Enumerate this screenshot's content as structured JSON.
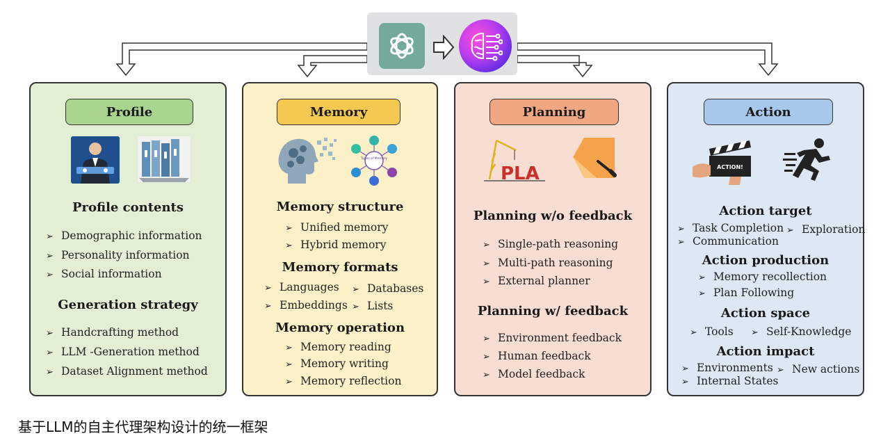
{
  "colors": {
    "profile_bg": "#e3efd5",
    "profile_pill": "#a9d48f",
    "memory_bg": "#fbf0c8",
    "memory_pill": "#f5c94f",
    "planning_bg": "#f8ddd2",
    "planning_pill": "#f1a882",
    "action_bg": "#dde8f4",
    "action_pill": "#a7c8ea",
    "chatgpt": "#74aa9c"
  },
  "icons": {
    "chatgpt": "chatgpt-logo-icon",
    "brain": "ai-brain-icon",
    "profile": [
      "businessman-icon",
      "binders-icon"
    ],
    "memory": [
      "head-gears-icon",
      "memory-types-icon"
    ],
    "planning": [
      "crane-plan-icon",
      "paper-pen-icon"
    ],
    "action": [
      "clapperboard-icon",
      "running-man-icon"
    ]
  },
  "profile": {
    "title": "Profile",
    "section1": "Profile contents",
    "items1": [
      "Demographic information",
      "Personality information",
      "Social information"
    ],
    "section2": "Generation strategy",
    "items2": [
      "Handcrafting method",
      "LLM -Generation method",
      "Dataset Alignment method"
    ]
  },
  "memory": {
    "title": "Memory",
    "icon_text": "Types of Memory",
    "section1": "Memory structure",
    "items1": [
      "Unified memory",
      "Hybrid memory"
    ],
    "section2": "Memory formats",
    "items2": [
      "Languages",
      "Databases",
      "Embeddings",
      "Lists"
    ],
    "section3": "Memory operation",
    "items3": [
      "Memory reading",
      "Memory writing",
      "Memory reflection"
    ]
  },
  "planning": {
    "title": "Planning",
    "icon_text": "PLA",
    "section1": "Planning w/o feedback",
    "items1": [
      "Single-path reasoning",
      "Multi-path reasoning",
      "External planner"
    ],
    "section2": "Planning w/ feedback",
    "items2": [
      "Environment feedback",
      "Human feedback",
      "Model feedback"
    ]
  },
  "action": {
    "title": "Action",
    "icon_text": "ACTION!",
    "section1": "Action target",
    "items1": [
      "Task Completion",
      "Exploration",
      "Communication"
    ],
    "section2": "Action production",
    "items2": [
      "Memory recollection",
      "Plan Following"
    ],
    "section3": "Action space",
    "items3": [
      "Tools",
      "Self-Knowledge"
    ],
    "section4": "Action impact",
    "items4": [
      "Environments",
      "New actions",
      "Internal States"
    ]
  },
  "caption": "基于LLM的自主代理架构设计的统一框架"
}
